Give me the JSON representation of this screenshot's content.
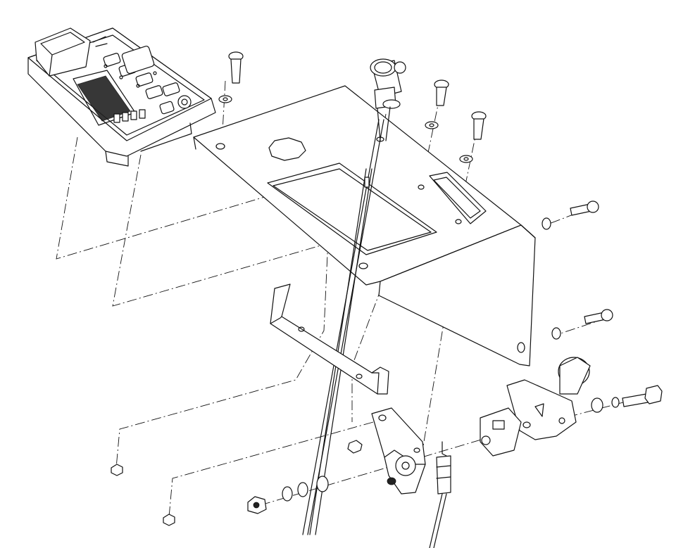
{
  "diagram": {
    "type": "exploded-assembly-drawing",
    "colors": {
      "line": "#111111",
      "background": "#ffffff"
    },
    "parts": [
      "control-panel",
      "mounting-bracket",
      "ignition-key-switch",
      "u-bracket",
      "throttle-bracket",
      "throttle-lever-plate",
      "throttle-cam",
      "throttle-cable",
      "control-rods",
      "screws",
      "bolts",
      "washers",
      "nuts"
    ]
  }
}
